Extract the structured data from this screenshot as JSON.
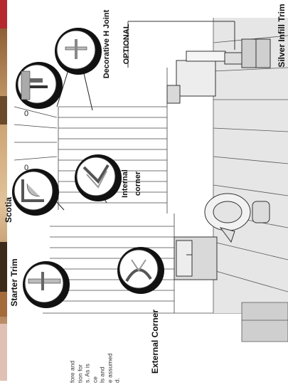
{
  "labels": {
    "silver_infill_trim": "Silver Infill Trim",
    "decorative_h_joint": "Decorative H Joint",
    "optional": "OPTIONAL",
    "internal": "Internal",
    "corner": "corner",
    "scotia": "Scotia",
    "starter_trim": "Starter Trim",
    "external_corner": "External Corner"
  },
  "paragraph_lines": [
    "fore and",
    "tion for",
    "s. As is",
    "ce",
    "ls and",
    "e assumed",
    "d."
  ],
  "markers": [
    "0",
    "0"
  ],
  "colors": {
    "photo_strip": "#c99f6e",
    "photo_dark": "#5a3a1e",
    "cabinet_grey": "#d9d9d9",
    "floor_grey": "#d0d0d0",
    "callout_shadow": "#111111"
  }
}
